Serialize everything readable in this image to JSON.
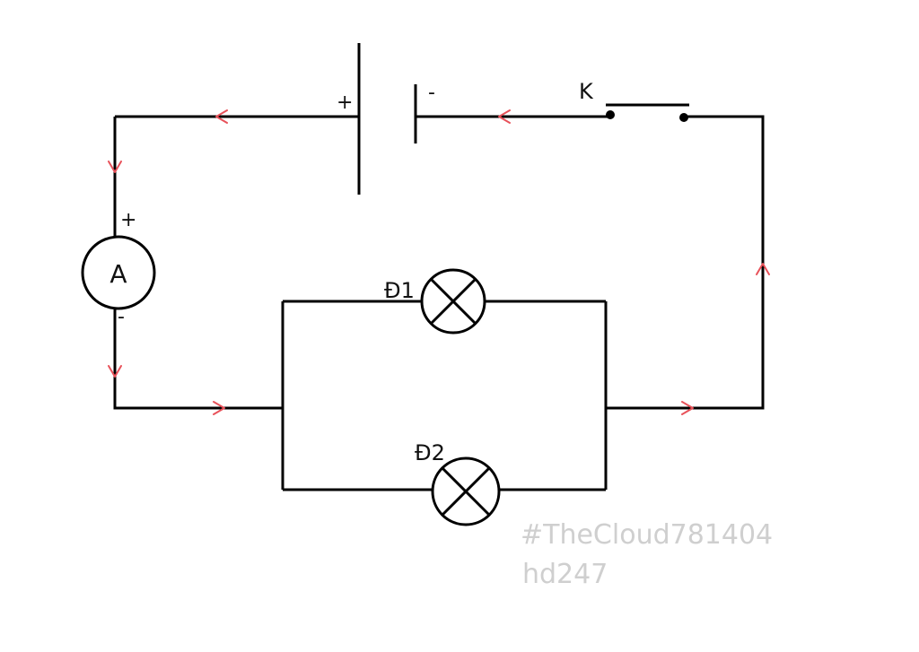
{
  "diagram": {
    "battery": {
      "plus_label": "+",
      "minus_label": "-"
    },
    "switch": {
      "label": "K"
    },
    "ammeter": {
      "symbol": "A",
      "plus_label": "+",
      "minus_label": "-"
    },
    "lamps": [
      {
        "label": "Đ1"
      },
      {
        "label": "Đ2"
      }
    ],
    "colors": {
      "wire": "#000000",
      "current_arrow": "#e8525a",
      "watermark": "#cfcfcf"
    }
  },
  "watermark": {
    "line1": "#TheCloud781404",
    "line2": "hd247"
  }
}
